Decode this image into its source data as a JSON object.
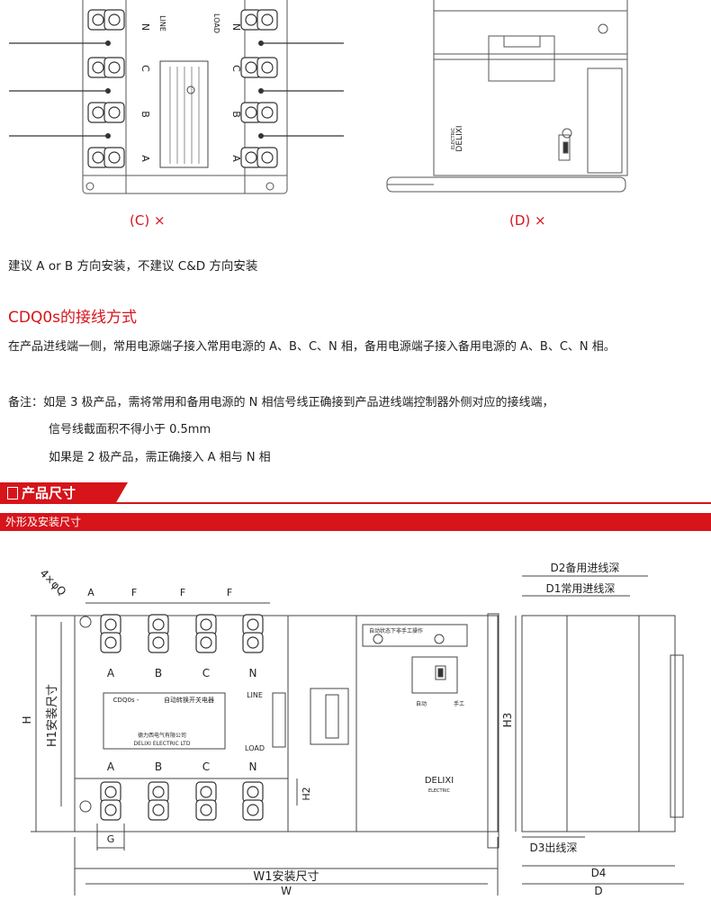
{
  "captions": {
    "c": "(C) ×",
    "d": "(D) ×"
  },
  "advice": "建议 A or B 方向安装，不建议 C&D 方向安装",
  "wiring": {
    "title": "CDQ0s的接线方式",
    "body": "在产品进线端一侧，常用电源端子接入常用电源的 A、B、C、N 相，备用电源端子接入备用电源的 A、B、C、N 相。",
    "note_1": "备注：如是 3 极产品，需将常用和备用电源的 N 相信号线正确接到产品进线端控制器外侧对应的接线端，",
    "note_2": "信号线截面积不得小于 0.5mm",
    "note_3": "如果是 2 极产品，需正确接入 A 相与 N 相"
  },
  "section": {
    "tab": "产品尺寸",
    "bar": "外形及安装尺寸"
  },
  "drawing_c": {
    "phases": [
      "N",
      "C",
      "B",
      "A"
    ],
    "phases_load": [
      "N",
      "C",
      "B",
      "A"
    ],
    "line": "LINE",
    "load": "LOAD"
  },
  "drawing_d": {
    "brand": "DELIXI",
    "brand_sub": "ELECTRIC"
  },
  "dims": {
    "holes": "4×φQ",
    "a": "A",
    "f1": "F",
    "f2": "F",
    "f3": "F",
    "h": "H",
    "h1": "H1安装尺寸",
    "g": "G",
    "w1": "W1安装尺寸",
    "w": "W",
    "h2": "H2",
    "h3": "H3",
    "d2": "D2备用进线深",
    "d1": "D1常用进线深",
    "d3": "D3出线深",
    "d4": "D4",
    "d": "D"
  },
  "front": {
    "phases_top": [
      "A",
      "B",
      "C",
      "N"
    ],
    "phases_bottom": [
      "A",
      "B",
      "C",
      "N"
    ],
    "line": "LINE",
    "load": "LOAD",
    "model": "CDQ0s -",
    "label_title": "自动转换开关电器",
    "maker": "德力西电气有限公司",
    "maker_en": "DELIXI ELECTRIC LTD",
    "auto": "自动状态下非手工操作",
    "manual_auto": "自动",
    "manual": "手工",
    "brand": "DELIXI",
    "brand_sub": "ELECTRIC"
  }
}
